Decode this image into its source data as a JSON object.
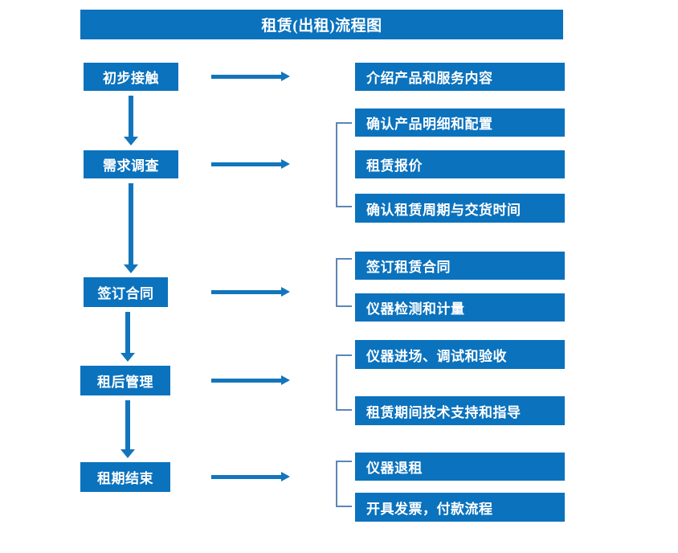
{
  "title": "租赁(出租)流程图",
  "colors": {
    "box_fill": "#0b72bd",
    "box_text": "#ffffff",
    "arrow": "#1375bc",
    "bracket": "#5b86b8",
    "background": "#ffffff"
  },
  "chart_data": {
    "type": "diagram",
    "title": "租赁(出租)流程图",
    "stages": [
      {
        "label": "初步接触",
        "details": [
          "介绍产品和服务内容"
        ]
      },
      {
        "label": "需求调查",
        "details": [
          "确认产品明细和配置",
          "租赁报价",
          "确认租赁周期与交货时间"
        ]
      },
      {
        "label": "签订合同",
        "details": [
          "签订租赁合同",
          "仪器检测和计量"
        ]
      },
      {
        "label": "租后管理",
        "details": [
          "仪器进场、调试和验收",
          "租赁期间技术支持和指导"
        ]
      },
      {
        "label": "租期结束",
        "details": [
          "仪器退租",
          "开具发票，付款流程"
        ]
      }
    ]
  },
  "stages": [
    {
      "label": "初步接触"
    },
    {
      "label": "需求调查"
    },
    {
      "label": "签订合同"
    },
    {
      "label": "租后管理"
    },
    {
      "label": "租期结束"
    }
  ],
  "details": [
    {
      "label": "介绍产品和服务内容"
    },
    {
      "label": "确认产品明细和配置"
    },
    {
      "label": "租赁报价"
    },
    {
      "label": "确认租赁周期与交货时间"
    },
    {
      "label": "签订租赁合同"
    },
    {
      "label": "仪器检测和计量"
    },
    {
      "label": "仪器进场、调试和验收"
    },
    {
      "label": "租赁期间技术支持和指导"
    },
    {
      "label": "仪器退租"
    },
    {
      "label": "开具发票，付款流程"
    }
  ]
}
